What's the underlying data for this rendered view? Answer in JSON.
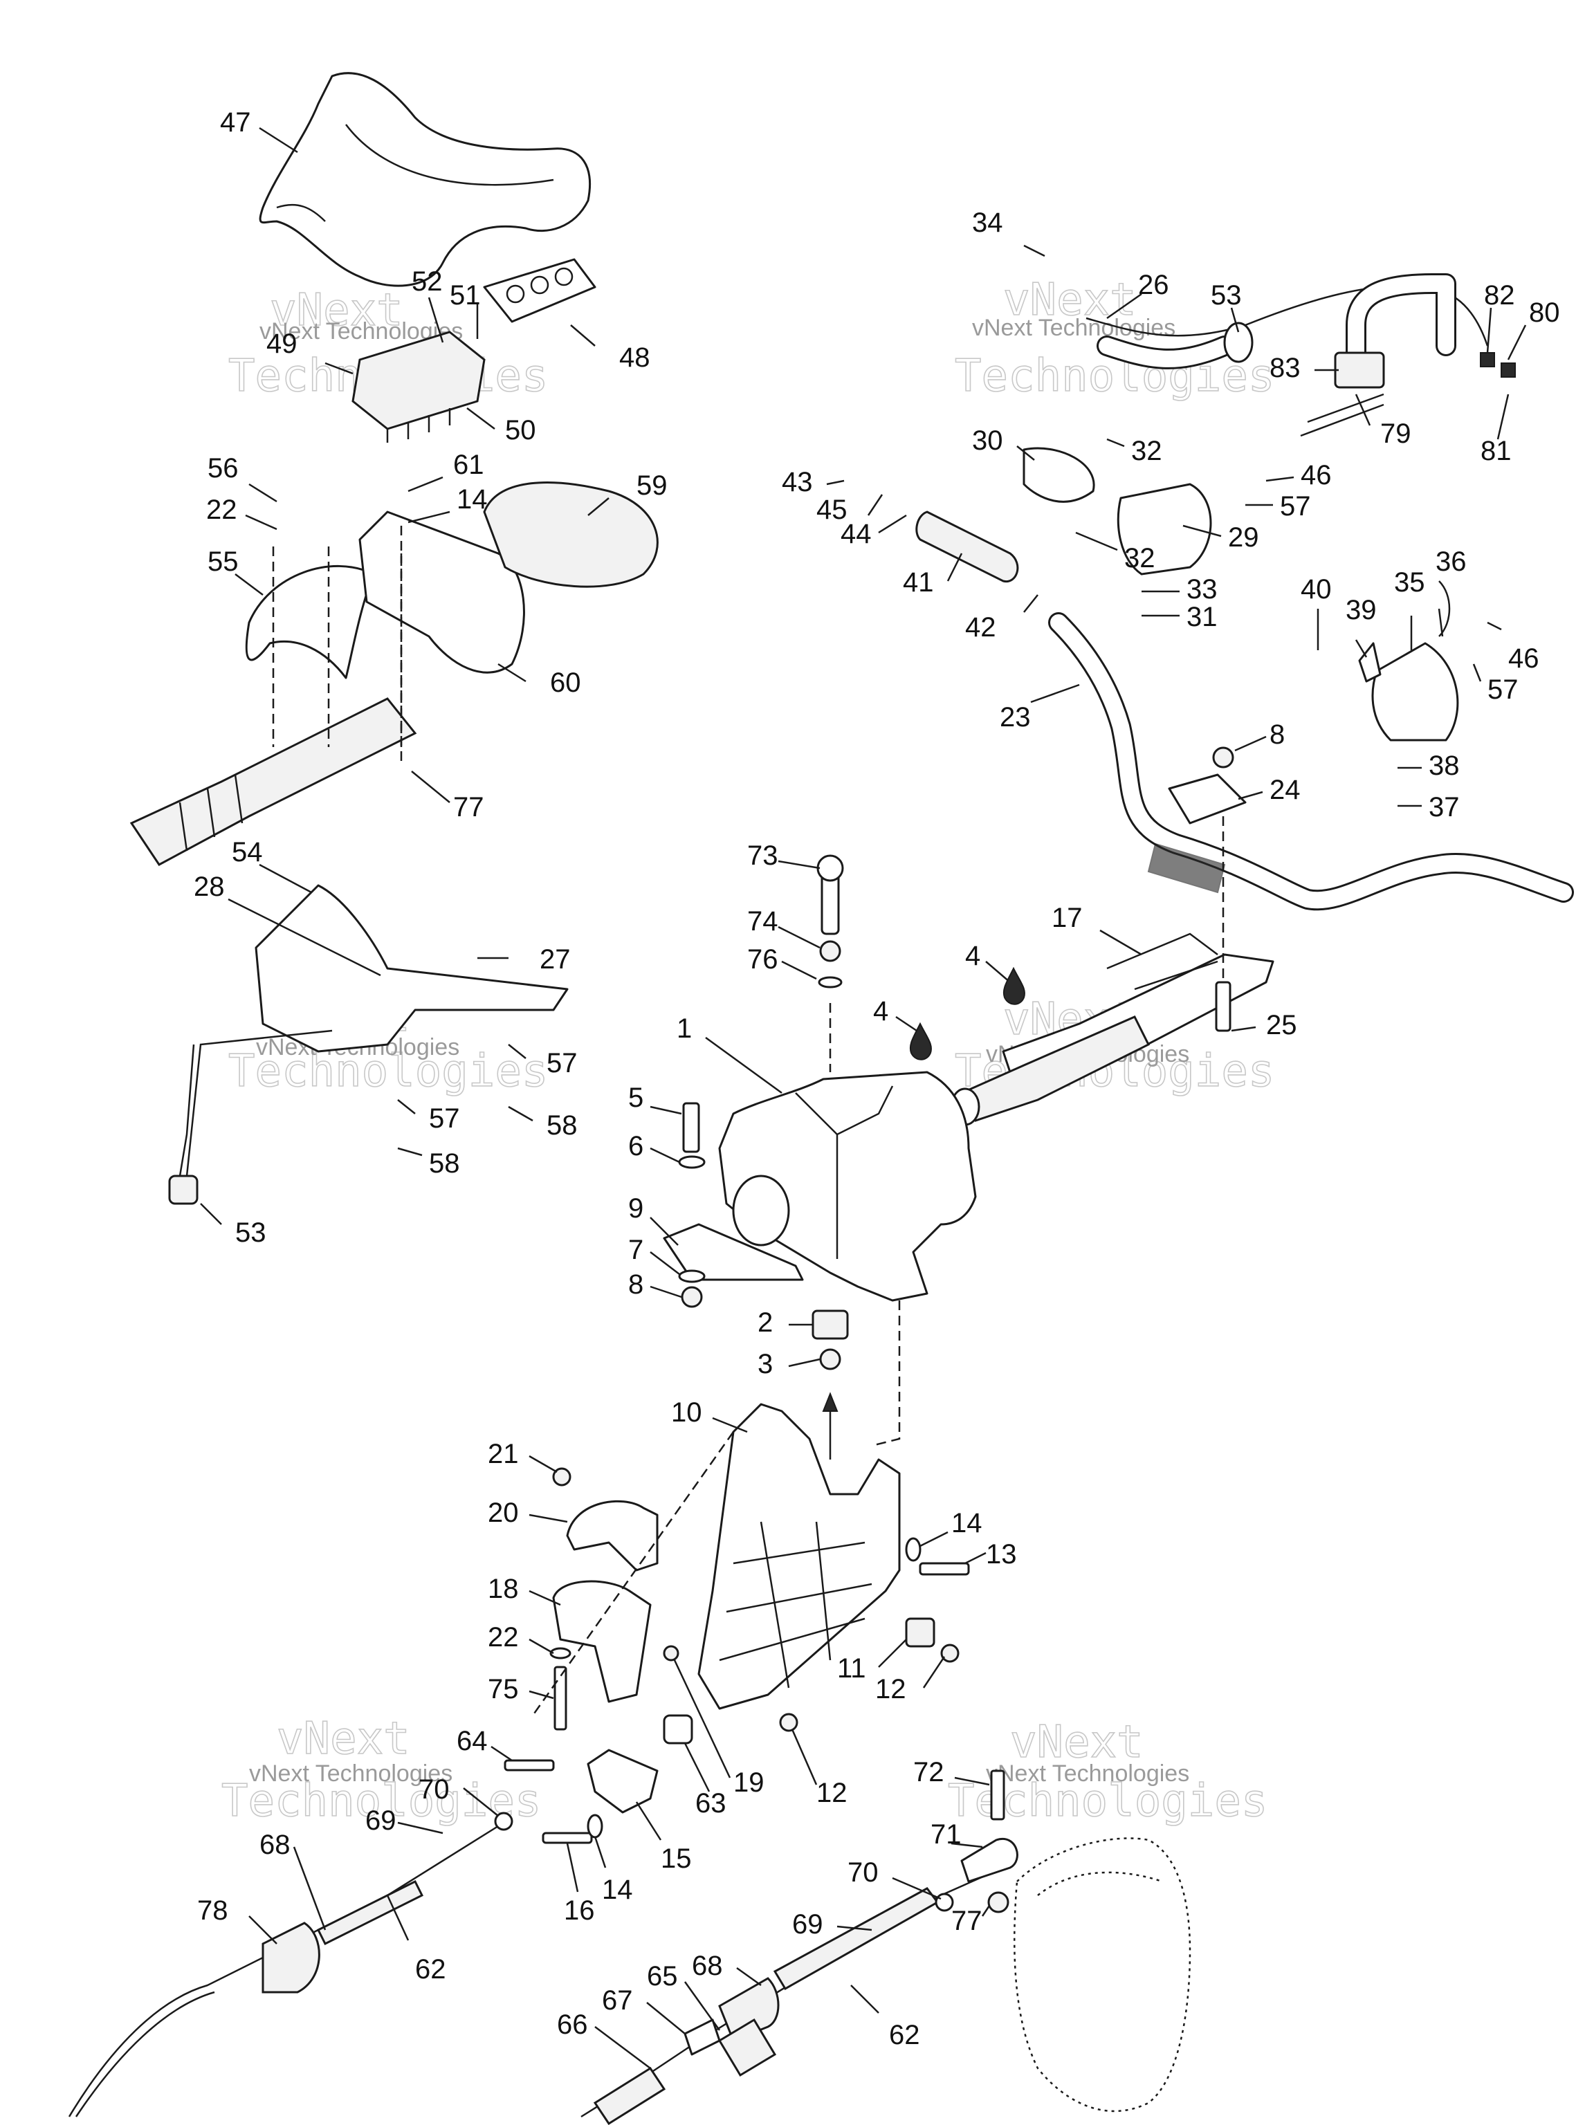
{
  "watermark": {
    "line1": "vNext",
    "line2": "Technologies",
    "small": "vNext Technologies"
  },
  "callouts": [
    {
      "id": "c47a",
      "label": "47"
    },
    {
      "id": "c52",
      "label": "52"
    },
    {
      "id": "c51",
      "label": "51"
    },
    {
      "id": "c48",
      "label": "48"
    },
    {
      "id": "c49",
      "label": "49"
    },
    {
      "id": "c50",
      "label": "50"
    },
    {
      "id": "c56",
      "label": "56"
    },
    {
      "id": "c61",
      "label": "61"
    },
    {
      "id": "c22a",
      "label": "22"
    },
    {
      "id": "c14a",
      "label": "14"
    },
    {
      "id": "c59",
      "label": "59"
    },
    {
      "id": "c55",
      "label": "55"
    },
    {
      "id": "c60",
      "label": "60"
    },
    {
      "id": "c77a",
      "label": "77"
    },
    {
      "id": "c54",
      "label": "54"
    },
    {
      "id": "c28",
      "label": "28"
    },
    {
      "id": "c27",
      "label": "27"
    },
    {
      "id": "c57a",
      "label": "57"
    },
    {
      "id": "c57b",
      "label": "57"
    },
    {
      "id": "c58a",
      "label": "58"
    },
    {
      "id": "c58b",
      "label": "58"
    },
    {
      "id": "c53a",
      "label": "53"
    },
    {
      "id": "c34",
      "label": "34"
    },
    {
      "id": "c26",
      "label": "26"
    },
    {
      "id": "c53b",
      "label": "53"
    },
    {
      "id": "c82",
      "label": "82"
    },
    {
      "id": "c80",
      "label": "80"
    },
    {
      "id": "c83",
      "label": "83"
    },
    {
      "id": "c79",
      "label": "79"
    },
    {
      "id": "c81",
      "label": "81"
    },
    {
      "id": "c30",
      "label": "30"
    },
    {
      "id": "c32a",
      "label": "32"
    },
    {
      "id": "c43",
      "label": "43"
    },
    {
      "id": "c45",
      "label": "45"
    },
    {
      "id": "c44",
      "label": "44"
    },
    {
      "id": "c46a",
      "label": "46"
    },
    {
      "id": "c57c",
      "label": "57"
    },
    {
      "id": "c29",
      "label": "29"
    },
    {
      "id": "c32b",
      "label": "32"
    },
    {
      "id": "c41",
      "label": "41"
    },
    {
      "id": "c33",
      "label": "33"
    },
    {
      "id": "c31",
      "label": "31"
    },
    {
      "id": "c42",
      "label": "42"
    },
    {
      "id": "c40",
      "label": "40"
    },
    {
      "id": "c39",
      "label": "39"
    },
    {
      "id": "c35",
      "label": "35"
    },
    {
      "id": "c36",
      "label": "36"
    },
    {
      "id": "c46b",
      "label": "46"
    },
    {
      "id": "c57d",
      "label": "57"
    },
    {
      "id": "c23",
      "label": "23"
    },
    {
      "id": "c38",
      "label": "38"
    },
    {
      "id": "c37",
      "label": "37"
    },
    {
      "id": "c8a",
      "label": "8"
    },
    {
      "id": "c24",
      "label": "24"
    },
    {
      "id": "c73",
      "label": "73"
    },
    {
      "id": "c74",
      "label": "74"
    },
    {
      "id": "c76",
      "label": "76"
    },
    {
      "id": "c17",
      "label": "17"
    },
    {
      "id": "c4a",
      "label": "4"
    },
    {
      "id": "c4b",
      "label": "4"
    },
    {
      "id": "c25",
      "label": "25"
    },
    {
      "id": "c1",
      "label": "1"
    },
    {
      "id": "c5",
      "label": "5"
    },
    {
      "id": "c6",
      "label": "6"
    },
    {
      "id": "c9",
      "label": "9"
    },
    {
      "id": "c7",
      "label": "7"
    },
    {
      "id": "c8b",
      "label": "8"
    },
    {
      "id": "c2",
      "label": "2"
    },
    {
      "id": "c3",
      "label": "3"
    },
    {
      "id": "c10",
      "label": "10"
    },
    {
      "id": "c21",
      "label": "21"
    },
    {
      "id": "c20",
      "label": "20"
    },
    {
      "id": "c14b",
      "label": "14"
    },
    {
      "id": "c13",
      "label": "13"
    },
    {
      "id": "c18",
      "label": "18"
    },
    {
      "id": "c22b",
      "label": "22"
    },
    {
      "id": "c11",
      "label": "11"
    },
    {
      "id": "c12a",
      "label": "12"
    },
    {
      "id": "c75",
      "label": "75"
    },
    {
      "id": "c64",
      "label": "64"
    },
    {
      "id": "c19",
      "label": "19"
    },
    {
      "id": "c12b",
      "label": "12"
    },
    {
      "id": "c63",
      "label": "63"
    },
    {
      "id": "c70a",
      "label": "70"
    },
    {
      "id": "c69a",
      "label": "69"
    },
    {
      "id": "c15",
      "label": "15"
    },
    {
      "id": "c72",
      "label": "72"
    },
    {
      "id": "c71",
      "label": "71"
    },
    {
      "id": "c14c",
      "label": "14"
    },
    {
      "id": "c16",
      "label": "16"
    },
    {
      "id": "c70b",
      "label": "70"
    },
    {
      "id": "c68a",
      "label": "68"
    },
    {
      "id": "c69b",
      "label": "69"
    },
    {
      "id": "c78",
      "label": "78"
    },
    {
      "id": "c62a",
      "label": "62"
    },
    {
      "id": "c77b",
      "label": "77"
    },
    {
      "id": "c68b",
      "label": "68"
    },
    {
      "id": "c65",
      "label": "65"
    },
    {
      "id": "c67",
      "label": "67"
    },
    {
      "id": "c62b",
      "label": "62"
    },
    {
      "id": "c66",
      "label": "66"
    }
  ]
}
